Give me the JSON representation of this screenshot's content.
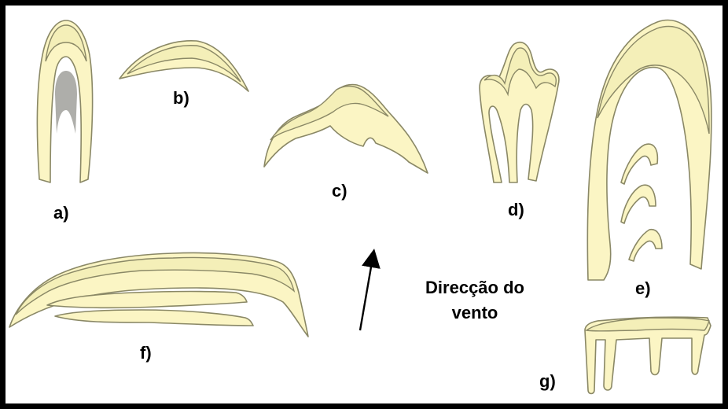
{
  "labels": {
    "a": "a)",
    "b": "b)",
    "c": "c)",
    "d": "d)",
    "e": "e)",
    "f": "f)",
    "g": "g)"
  },
  "wind": {
    "line1": "Direcção do",
    "line2": "vento"
  },
  "colors": {
    "dune_fill": "#fbf5c4",
    "outline": "#8a8866",
    "frame": "#000000"
  }
}
